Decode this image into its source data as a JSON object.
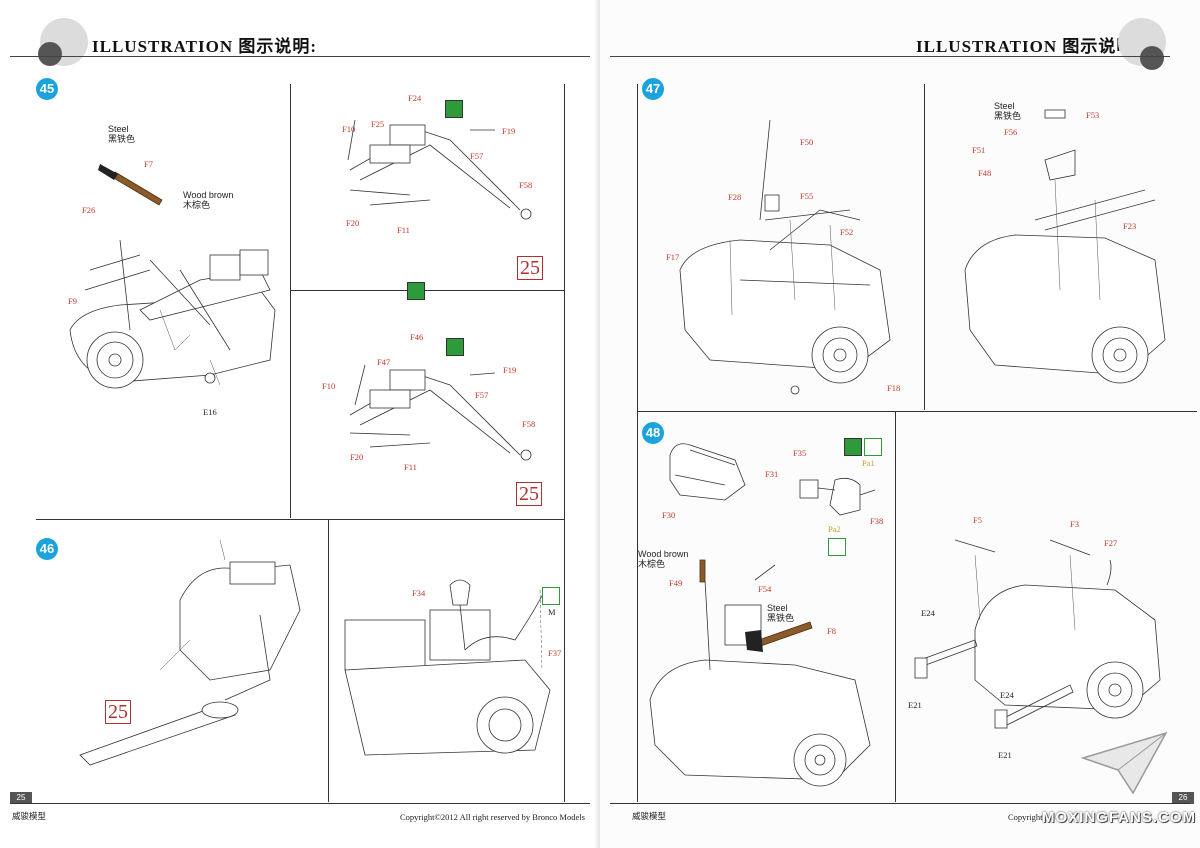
{
  "header": {
    "left_title": "ILLUSTRATION 图示说明:",
    "right_title": "ILLUSTRATION 图示说明:"
  },
  "steps": {
    "s45": "45",
    "s46": "46",
    "s47": "47",
    "s48": "48"
  },
  "step45": {
    "steel_en": "Steel",
    "steel_cn": "黑铁色",
    "wood_en": "Wood brown",
    "wood_cn": "木棕色",
    "parts": [
      "F7",
      "F26",
      "F9",
      "E16"
    ],
    "sub_a": [
      "F24",
      "F10",
      "F25",
      "F19",
      "F57",
      "F58",
      "F20",
      "F11"
    ],
    "sub_b": [
      "F46",
      "F47",
      "F19",
      "F10",
      "F57",
      "F58",
      "F20",
      "F11"
    ],
    "ref_a": "25",
    "ref_b": "25"
  },
  "step46": {
    "ref": "25",
    "parts": [
      "F34",
      "M",
      "F37"
    ]
  },
  "step47": {
    "steel_en": "Steel",
    "steel_cn": "黑铁色",
    "parts_left": [
      "F50",
      "F28",
      "F55",
      "F52",
      "F17",
      "F18"
    ],
    "parts_right": [
      "F53",
      "F56",
      "F51",
      "F48",
      "F23"
    ]
  },
  "step48": {
    "wood_en": "Wood brown",
    "wood_cn": "木棕色",
    "steel_en": "Steel",
    "steel_cn": "黑铁色",
    "parts_top": [
      "F35",
      "F31",
      "F30",
      "Pa1",
      "Pa2",
      "F38"
    ],
    "parts_mid": [
      "F49",
      "F54",
      "F8"
    ],
    "parts_right": [
      "F5",
      "F3",
      "F27",
      "E24",
      "E21",
      "E24",
      "E21"
    ]
  },
  "footer": {
    "left_brand": "威骏模型",
    "left_copyright": "Copyright©2012 All right reserved by Bronco Models",
    "right_brand": "威骏模型",
    "right_copyright": "Copyright",
    "left_page": "25",
    "right_page": "26",
    "watermark": "MOXINGFANS.COM"
  }
}
